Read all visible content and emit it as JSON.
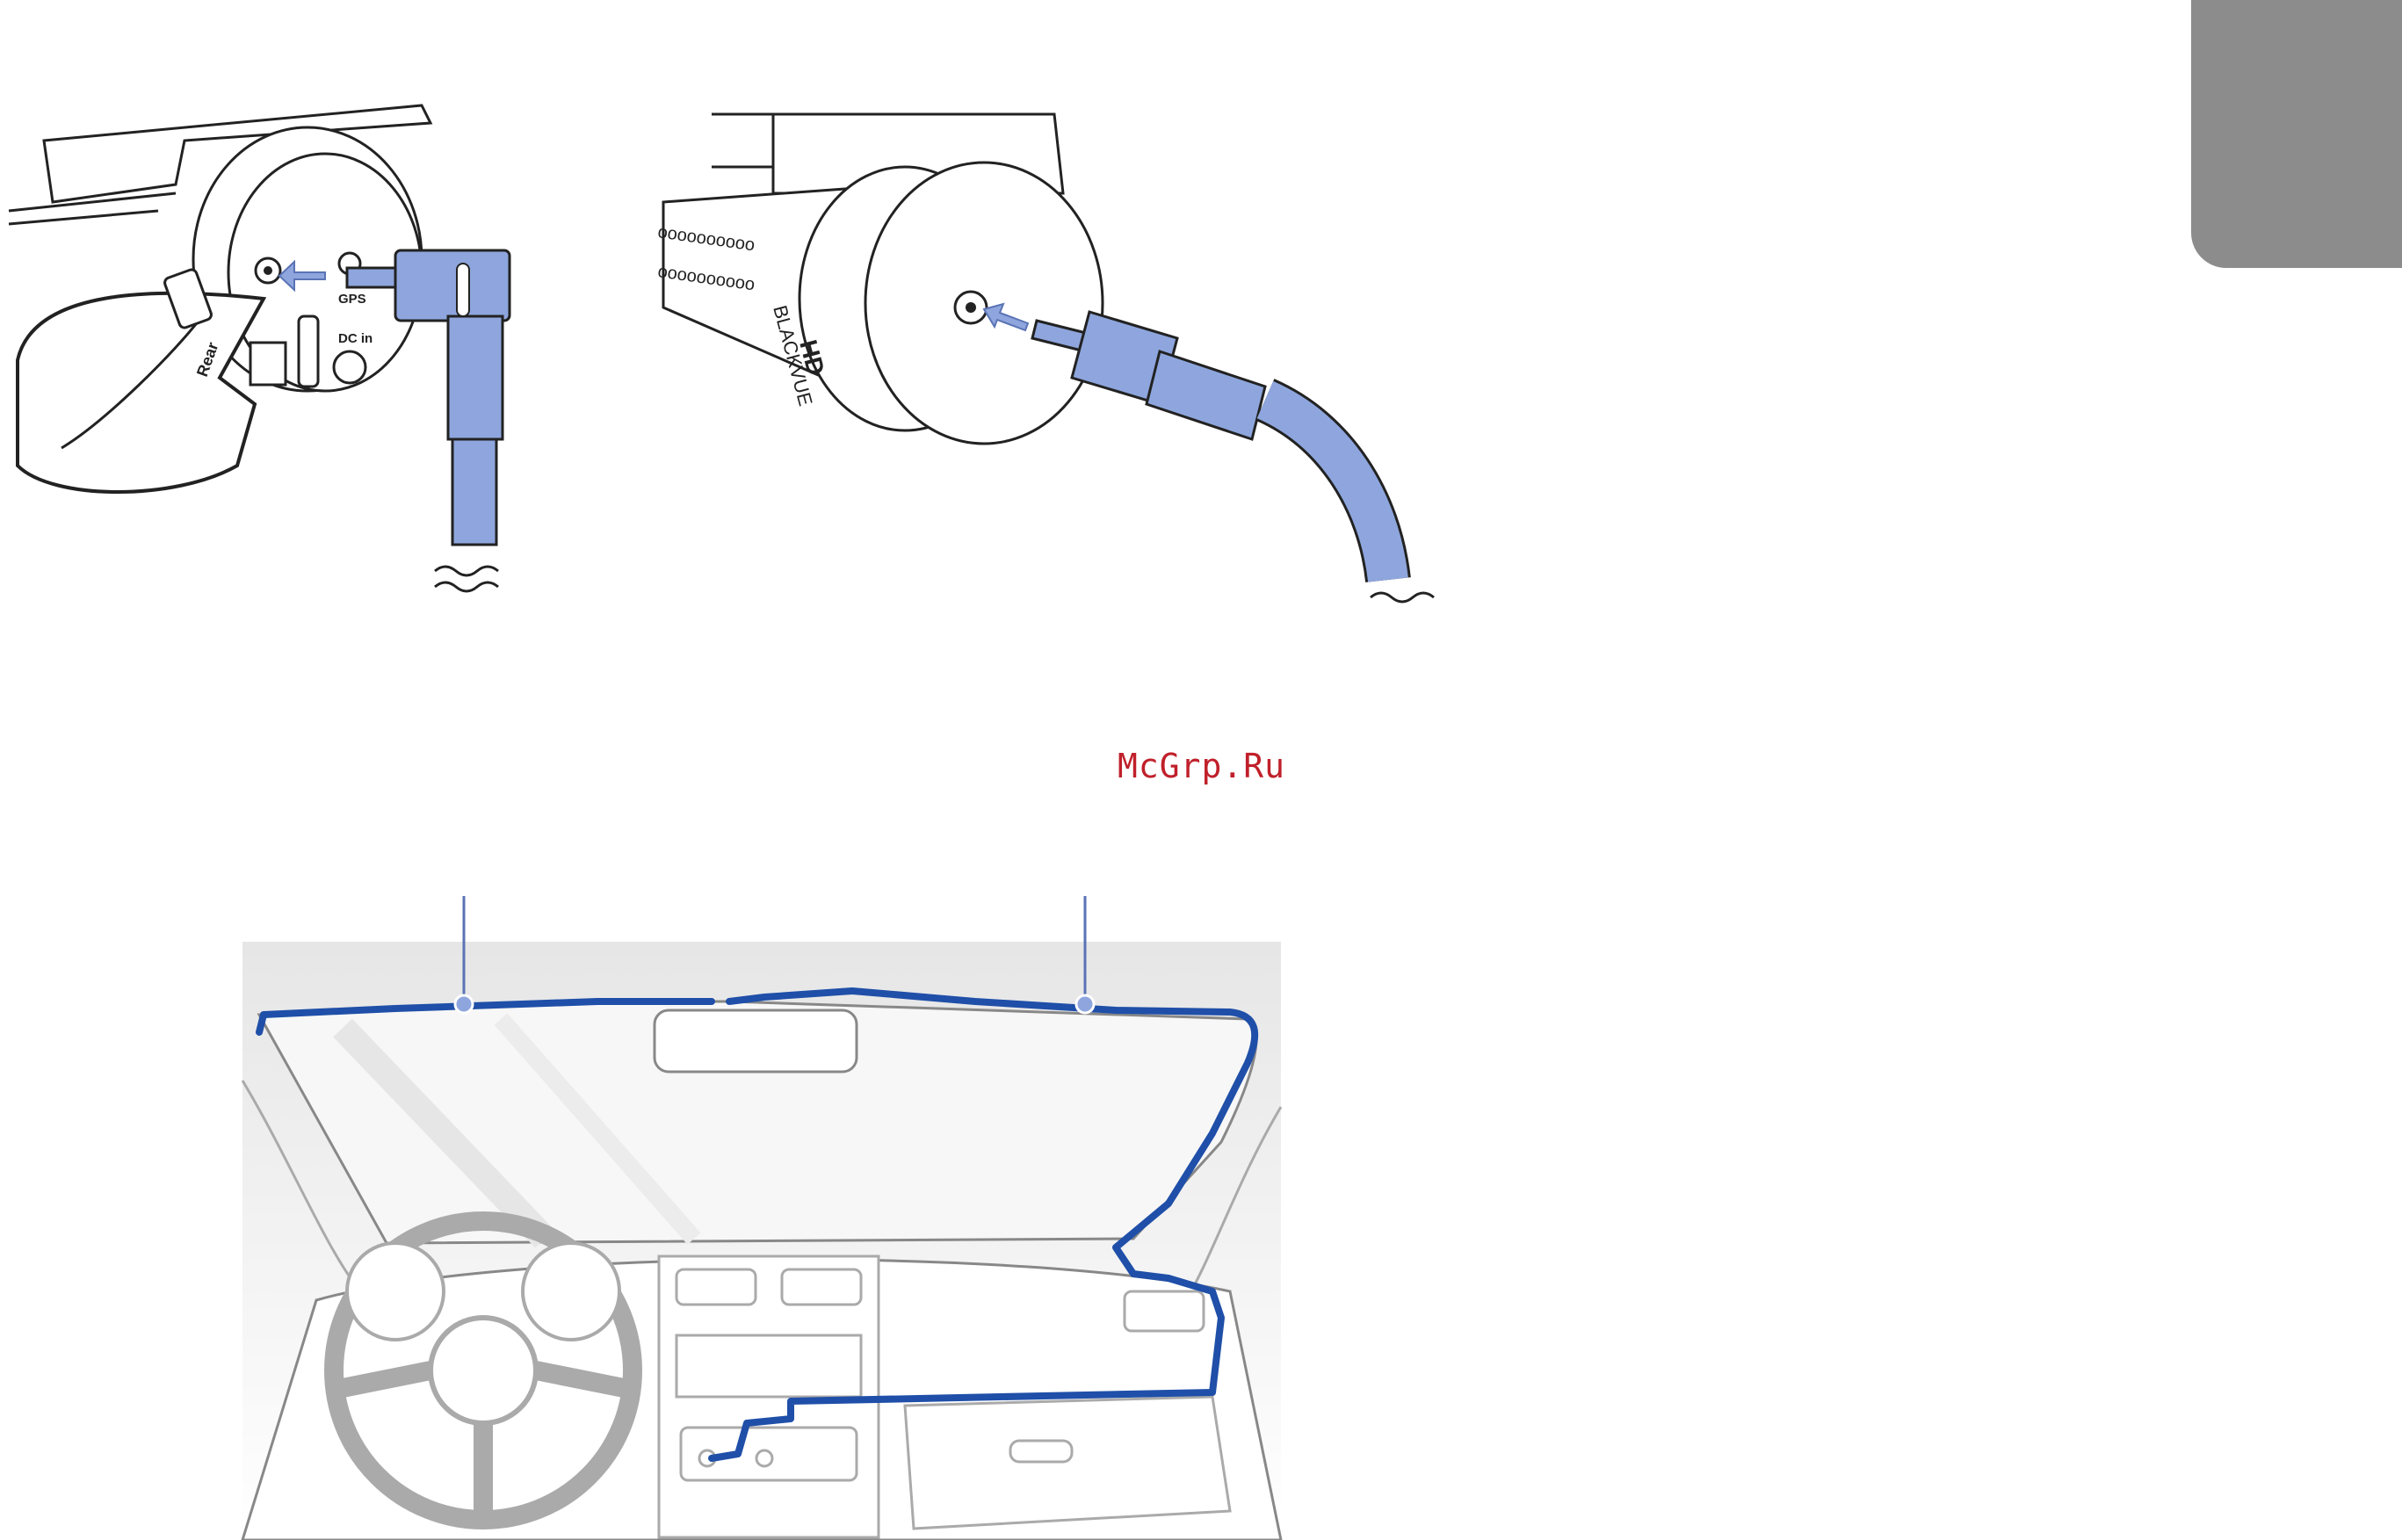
{
  "front_camera": {
    "label_rear": "Rear",
    "label_gps": "GPS",
    "label_dc_in": "DC in"
  },
  "rear_camera": {
    "brand": "BLACKVUE",
    "model": "HD",
    "vent_text": "oooooooooo"
  },
  "watermark": "McGrp.Ru",
  "colors": {
    "cable_blue": "#1f4fa8",
    "connector_fill": "#8ea6dd",
    "arrow_fill": "#8ea6dd",
    "side_tab": "#8c8c8c",
    "watermark": "#c0202a"
  }
}
